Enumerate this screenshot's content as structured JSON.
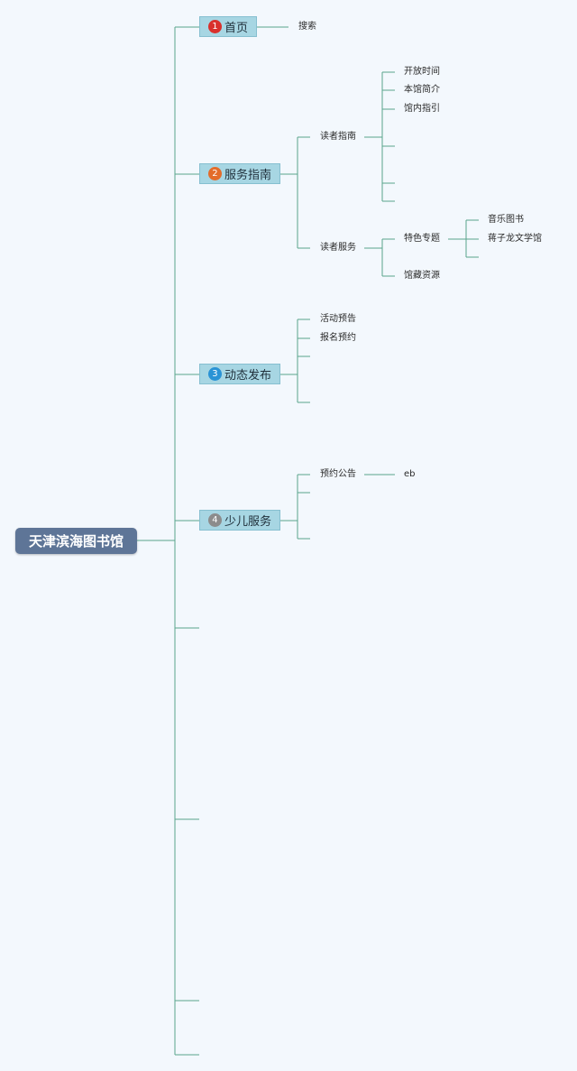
{
  "root": {
    "label": "天津滨海图书馆"
  },
  "colors": {
    "background": "#f3f8fd",
    "root_fill": "#5e7597",
    "branch_fill": "#a7d6e3",
    "line": "#5aa58c",
    "badge_1": "#d9302c",
    "badge_2": "#e36c2b",
    "badge_3": "#2a93d5",
    "badge_4": "#8c8c8c"
  },
  "branches": [
    {
      "num": "1",
      "label": "首页",
      "badge_color": "#d9302c",
      "children": [
        {
          "label": "搜索"
        }
      ]
    },
    {
      "num": "2",
      "label": "服务指南",
      "badge_color": "#e36c2b",
      "children": [
        {
          "label": "读者指南",
          "children": [
            {
              "label": "开放时间"
            },
            {
              "label": "本馆简介"
            },
            {
              "label": "馆内指引"
            }
          ]
        },
        {
          "label": "读者服务",
          "children": [
            {
              "label": "特色专题",
              "children": [
                {
                  "label": "音乐图书"
                },
                {
                  "label": "蒋子龙文学馆"
                }
              ]
            },
            {
              "label": "馆藏资源"
            }
          ]
        }
      ]
    },
    {
      "num": "3",
      "label": "动态发布",
      "badge_color": "#2a93d5",
      "children": [
        {
          "label": "活动预告"
        },
        {
          "label": "报名预约"
        }
      ]
    },
    {
      "num": "4",
      "label": "少儿服务",
      "badge_color": "#8c8c8c",
      "children": [
        {
          "label": "预约公告",
          "children": [
            {
              "label": "eb"
            }
          ]
        }
      ]
    }
  ]
}
